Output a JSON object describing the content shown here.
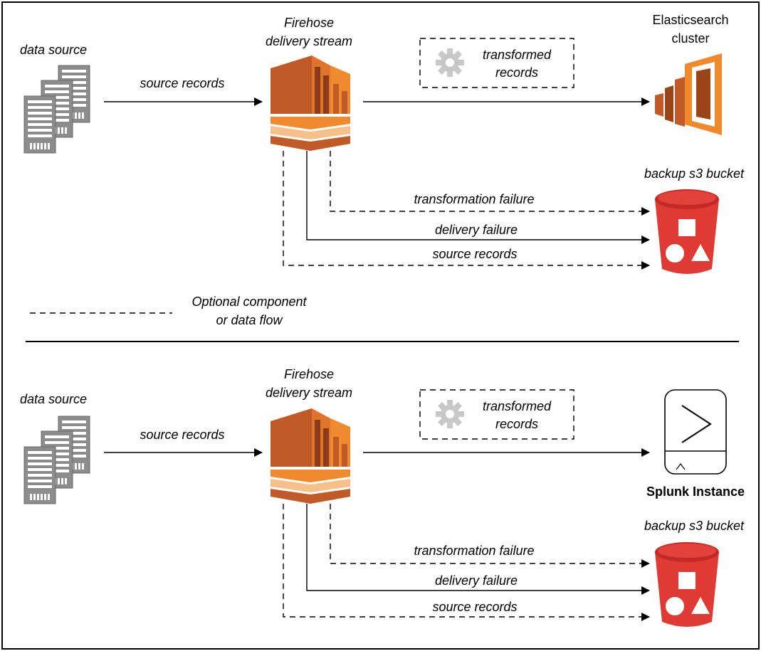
{
  "colors": {
    "firehose_dark": "#8a3c1a",
    "firehose_mid": "#c05a26",
    "firehose_light": "#f08a2e",
    "firehose_pale": "#f6c08a",
    "elastic_dark": "#9b4418",
    "elastic_light": "#f0892c",
    "bucket_red": "#e03a34",
    "bucket_dark": "#a8231f",
    "server_gray": "#8c8c8c",
    "gear_gray": "#c8c8c8"
  },
  "legend": {
    "line1": "Optional component",
    "line2": "or data flow"
  },
  "top": {
    "data_source": "data source",
    "source_records": "source records",
    "firehose_line1": "Firehose",
    "firehose_line2": "delivery stream",
    "transformed_line1": "transformed",
    "transformed_line2": "records",
    "destination_line1": "Elasticsearch",
    "destination_line2": "cluster",
    "backup": "backup s3 bucket",
    "transformation_failure": "transformation failure",
    "delivery_failure": "delivery failure",
    "source_records_backup": "source records"
  },
  "bottom": {
    "data_source": "data source",
    "source_records": "source records",
    "firehose_line1": "Firehose",
    "firehose_line2": "delivery stream",
    "transformed_line1": "transformed",
    "transformed_line2": "records",
    "destination": "Splunk Instance",
    "backup": "backup s3 bucket",
    "transformation_failure": "transformation failure",
    "delivery_failure": "delivery failure",
    "source_records_backup": "source records"
  }
}
